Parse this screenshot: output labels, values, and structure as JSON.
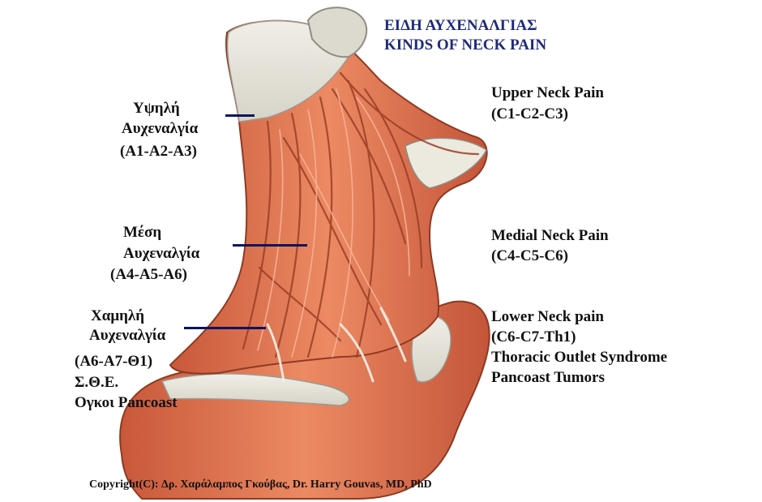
{
  "title": {
    "greek": "ΕΙΔΗ ΑΥΧΕΝΑΛΓΙΑΣ",
    "english": "KINDS OF NECK PAIN"
  },
  "left_labels": {
    "upper": {
      "line1": "Υψηλή",
      "line2": "Αυχεναλγία",
      "levels": "(Α1-Α2-Α3)"
    },
    "medial": {
      "line1": "Μέση",
      "line2": "Αυχεναλγία",
      "levels": "(Α4-Α5-Α6)"
    },
    "lower": {
      "line1": "Χαμηλή",
      "line2": "Αυχεναλγία",
      "levels": "(Α6-Α7-Θ1)",
      "extra1": "Σ.Θ.Ε.",
      "extra2": "Ογκοι Pancoast"
    }
  },
  "right_labels": {
    "upper": {
      "line1": "Upper Neck Pain",
      "levels": "(C1-C2-C3)"
    },
    "medial": {
      "line1": "Medial Neck Pain",
      "levels": "(C4-C5-C6)"
    },
    "lower": {
      "line1": "Lower Neck pain",
      "levels": "(C6-C7-Th1)",
      "extra1": "Thoracic Outlet Syndrome",
      "extra2": "Pancoast Tumors"
    }
  },
  "copyright": "Copyright(C): Δρ. Χαράλαμπος Γκούβας, Dr. Harry Gouvas, MD, PhD",
  "colors": {
    "title": "#1f2a7a",
    "leader_line": "#0b1560",
    "muscle": "#e47a52",
    "muscle_shadow": "#a8452a",
    "muscle_highlight": "#f2a07e",
    "tendon": "#efece2",
    "bone": "#d9d7cc",
    "background": "#ffffff"
  }
}
